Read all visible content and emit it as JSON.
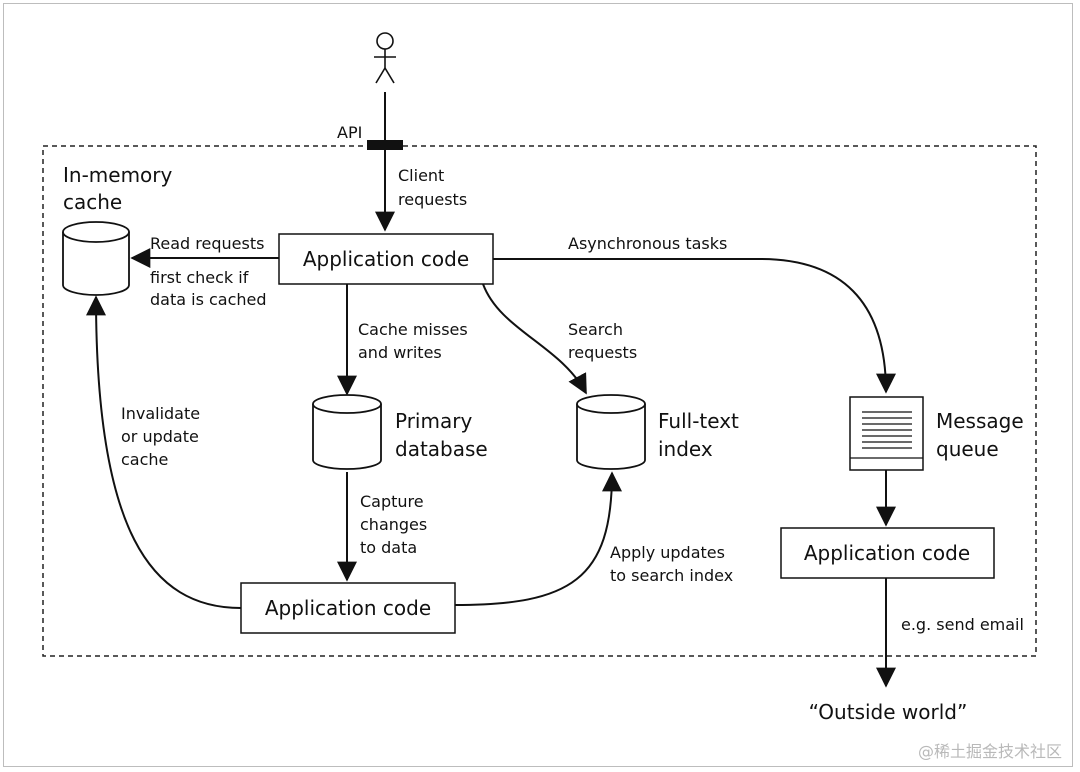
{
  "labels": {
    "api": "API",
    "client_requests": [
      "Client",
      "requests"
    ],
    "in_memory_cache": [
      "In-memory",
      "cache"
    ],
    "read_requests": "Read requests",
    "first_check": [
      "first check if",
      "data is cached"
    ],
    "async_tasks": "Asynchronous tasks",
    "cache_misses": [
      "Cache misses",
      "and writes"
    ],
    "search_requests": [
      "Search",
      "requests"
    ],
    "invalidate": [
      "Invalidate",
      "or update",
      "cache"
    ],
    "primary_database": [
      "Primary",
      "database"
    ],
    "full_text_index": [
      "Full-text",
      "index"
    ],
    "message_queue": [
      "Message",
      "queue"
    ],
    "capture_changes": [
      "Capture",
      "changes",
      "to data"
    ],
    "apply_updates": [
      "Apply updates",
      "to search index"
    ],
    "send_email": "e.g. send email",
    "outside_world": "“Outside world”",
    "watermark": "@稀土掘金技术社区"
  },
  "boxes": {
    "app_main": "Application code",
    "app_bottom": "Application code",
    "app_queue": "Application code"
  }
}
